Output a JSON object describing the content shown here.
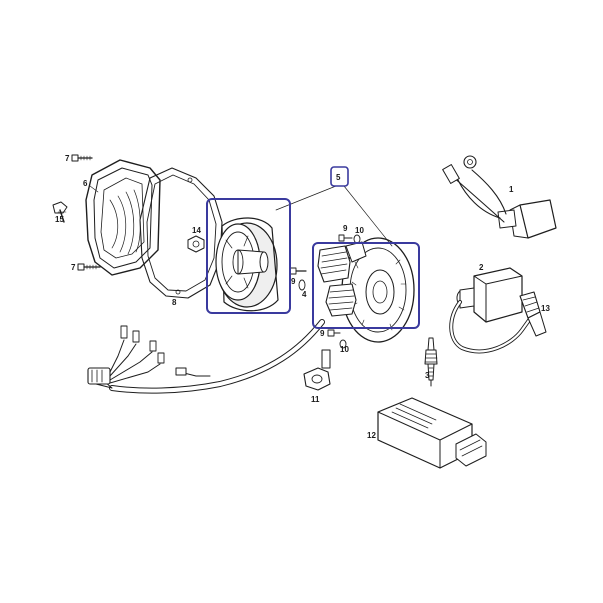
{
  "diagram": {
    "highlight_color": "#3a3a9e",
    "ink_color": "#1e1e1e",
    "labels": {
      "p1": "1",
      "p2": "2",
      "p3": "3",
      "p4": "4",
      "p5": "5",
      "p6": "6",
      "p7a": "7",
      "p7b": "7",
      "p8": "8",
      "p9a": "9",
      "p9b": "9",
      "p9c": "9",
      "p10a": "10",
      "p10b": "10",
      "p11": "11",
      "p12": "12",
      "p13": "13",
      "p14": "14",
      "p15": "15"
    }
  }
}
